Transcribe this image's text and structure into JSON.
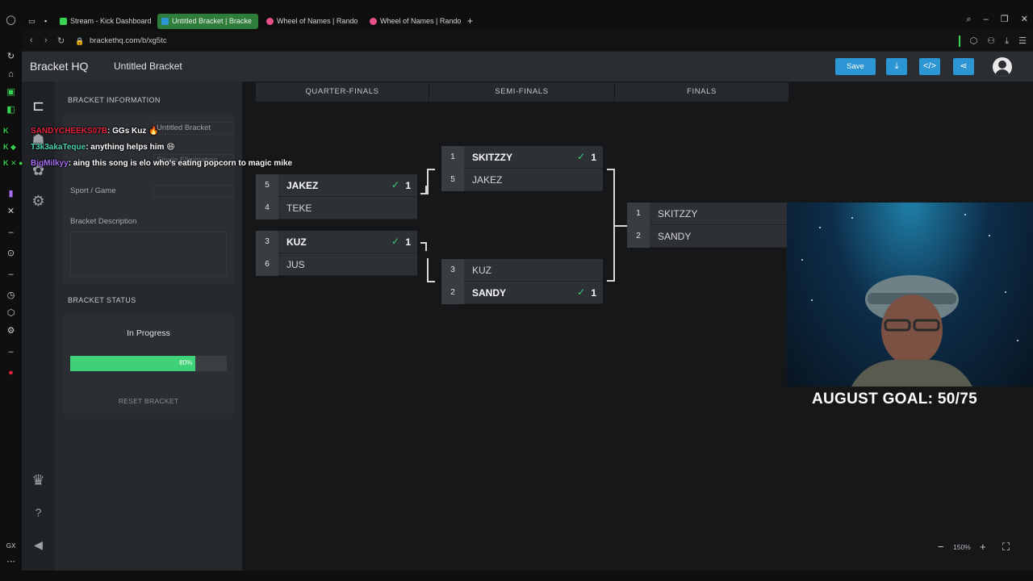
{
  "browser": {
    "tabs": [
      {
        "label": "Stream - Kick Dashboard",
        "icon_color": "#39d353"
      },
      {
        "label": "Untitled Bracket | Bracke",
        "icon_color": "#2c95d3"
      },
      {
        "label": "Wheel of Names | Rando",
        "icon_color": "#e84f8b"
      },
      {
        "label": "Wheel of Names | Rando",
        "icon_color": "#e84f8b"
      }
    ],
    "url": "brackethq.com/b/xg5tc"
  },
  "header": {
    "brand": "Bracket HQ",
    "title": "Untitled Bracket",
    "save_label": "Save"
  },
  "panel": {
    "info_heading": "BRACKET INFORMATION",
    "name_value": "Untitled Bracket",
    "type_value": "Single Elimination",
    "sport_label": "Sport / Game",
    "description_label": "Bracket Description",
    "status_heading": "BRACKET STATUS",
    "status_text": "In Progress",
    "progress": 0.8,
    "progress_label": "80%",
    "reset_label": "RESET BRACKET"
  },
  "rounds": [
    "QUARTER-FINALS",
    "SEMI-FINALS",
    "FINALS"
  ],
  "matches": {
    "qf1": {
      "top": {
        "seed": "5",
        "name": "JAKEZ",
        "score": "1"
      },
      "bottom": {
        "seed": "4",
        "name": "TEKE",
        "score": ""
      }
    },
    "qf2": {
      "top": {
        "seed": "3",
        "name": "KUZ",
        "score": "1"
      },
      "bottom": {
        "seed": "6",
        "name": "JUS",
        "score": ""
      }
    },
    "sf1": {
      "top": {
        "seed": "1",
        "name": "SKITZZY",
        "score": "1"
      },
      "bottom": {
        "seed": "5",
        "name": "JAKEZ",
        "score": ""
      }
    },
    "sf2": {
      "top": {
        "seed": "3",
        "name": "KUZ",
        "score": ""
      },
      "bottom": {
        "seed": "2",
        "name": "SANDY",
        "score": "1"
      }
    },
    "final": {
      "top": {
        "seed": "1",
        "name": "SKITZZY",
        "score": ""
      },
      "bottom": {
        "seed": "2",
        "name": "SANDY",
        "score": ""
      }
    }
  },
  "chat": [
    {
      "user": "SANDYCHEEKS07B",
      "message": ": GGs Kuz 🔥"
    },
    {
      "user": "T3k3akaTeque",
      "message": ": anything helps him 😄"
    },
    {
      "user": "BigMilkyy",
      "message": ": aing this song is elo who's eating popcorn to magic mike"
    }
  ],
  "overlay": {
    "goal": "AUGUST GOAL: 50/75"
  },
  "zoom": {
    "minus": "−",
    "level": "150%",
    "plus": "+"
  },
  "icons": {
    "check": "✓"
  }
}
